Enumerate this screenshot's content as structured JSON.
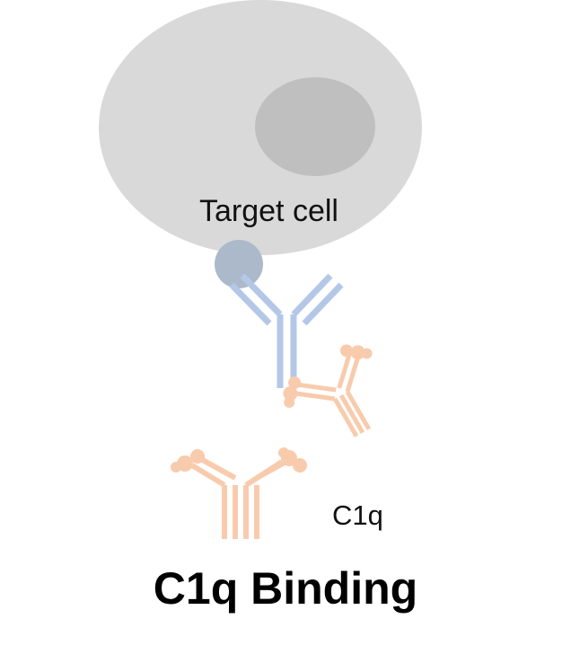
{
  "labels": {
    "target_cell": "Target cell",
    "c1q": "C1q",
    "title": "C1q Binding"
  },
  "colors": {
    "cell": "#d9d9d9",
    "nucleus": "#bfbfbf",
    "antigen": "#acb9ca",
    "antibody": "#b4c7e7",
    "c1q": "#f8cbad"
  },
  "icons": {
    "cell": "target-cell-shape",
    "antibody": "y-shaped-antibody",
    "c1q": "c1q-complement-protein"
  }
}
